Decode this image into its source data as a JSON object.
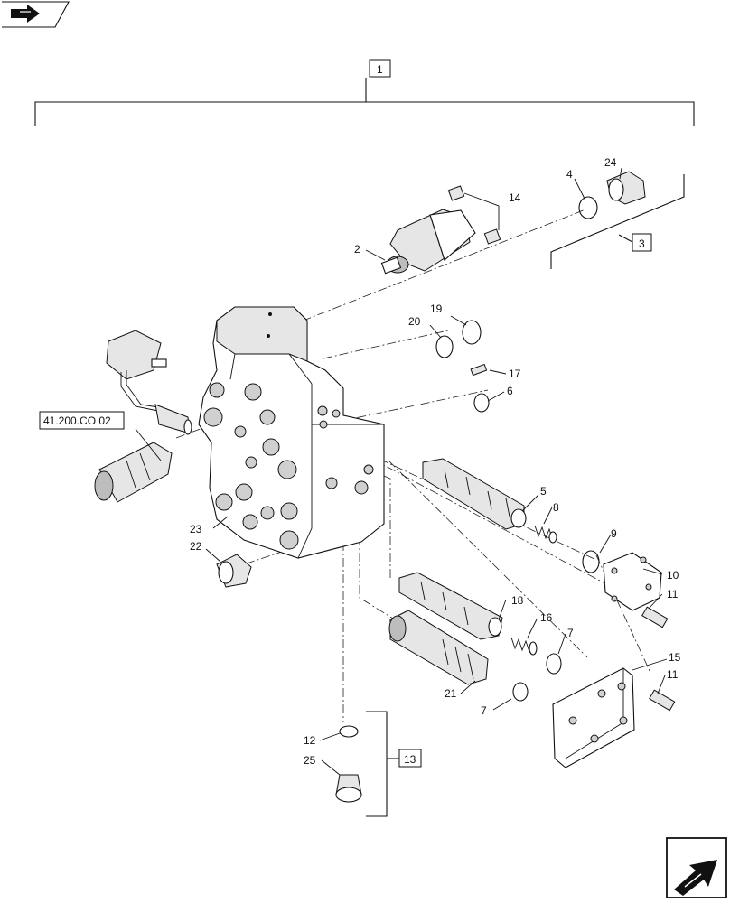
{
  "nav": {
    "back_icon": "back-arrow-icon",
    "next_icon": "next-arrow-icon"
  },
  "callouts": {
    "c1": "1",
    "c2": "2",
    "c3": "3",
    "c4": "4",
    "c5": "5",
    "c6": "6",
    "c7a": "7",
    "c7b": "7",
    "c8": "8",
    "c9": "9",
    "c10": "10",
    "c11a": "11",
    "c11b": "11",
    "c12": "12",
    "c13": "13",
    "c14": "14",
    "c15": "15",
    "c16": "16",
    "c17": "17",
    "c18": "18",
    "c19": "19",
    "c20": "20",
    "c21": "21",
    "c22": "22",
    "c23": "23",
    "c24": "24",
    "c25": "25"
  },
  "reference": {
    "label": "41.200.CO 02"
  }
}
